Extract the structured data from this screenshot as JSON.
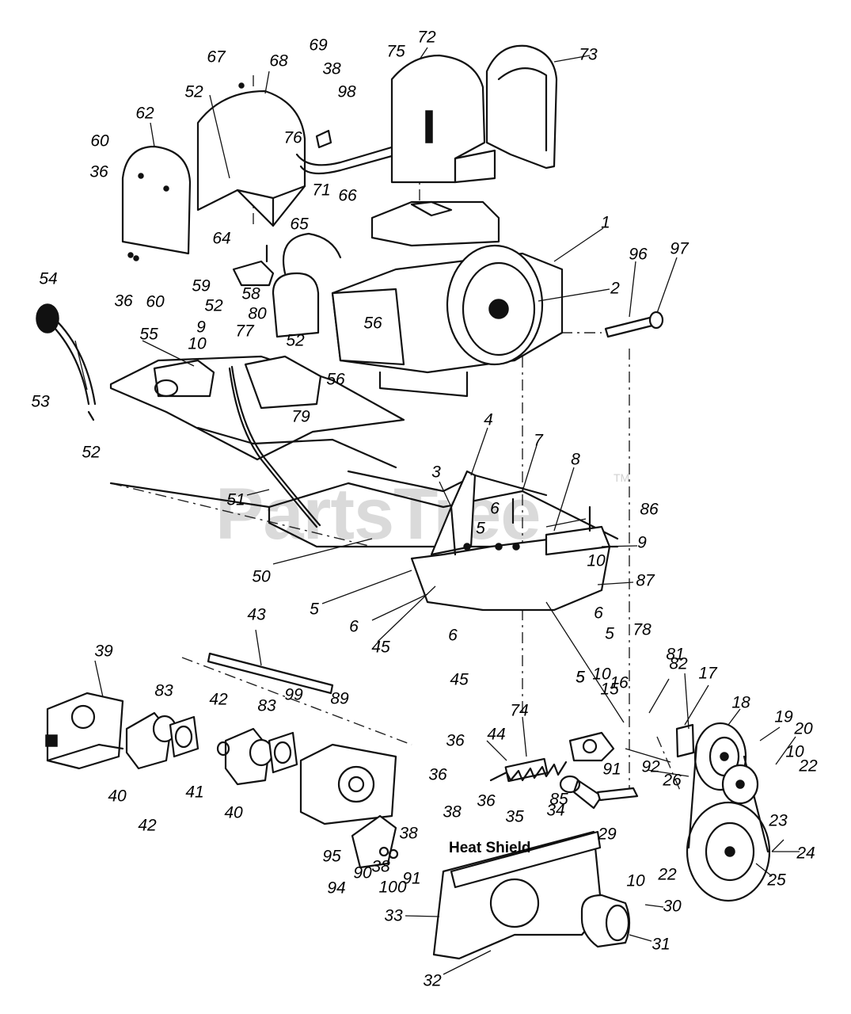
{
  "watermark": {
    "text": "PartsTree",
    "tm": "TM"
  },
  "caption": {
    "heat_shield": "Heat Shield"
  },
  "callouts": [
    "1",
    "2",
    "3",
    "4",
    "5",
    "5",
    "5",
    "5",
    "5",
    "6",
    "6",
    "6",
    "6",
    "7",
    "8",
    "9",
    "9",
    "10",
    "10",
    "10",
    "10",
    "10",
    "15",
    "16",
    "17",
    "18",
    "19",
    "20",
    "22",
    "22",
    "23",
    "24",
    "25",
    "26",
    "29",
    "30",
    "31",
    "32",
    "33",
    "34",
    "35",
    "36",
    "36",
    "36",
    "36",
    "36",
    "38",
    "38",
    "38",
    "38",
    "39",
    "40",
    "40",
    "41",
    "42",
    "42",
    "43",
    "44",
    "45",
    "45",
    "50",
    "51",
    "52",
    "52",
    "52",
    "52",
    "53",
    "54",
    "55",
    "56",
    "56",
    "58",
    "59",
    "60",
    "60",
    "62",
    "64",
    "65",
    "66",
    "67",
    "68",
    "69",
    "71",
    "72",
    "73",
    "74",
    "75",
    "76",
    "77",
    "78",
    "79",
    "80",
    "81",
    "82",
    "83",
    "83",
    "85",
    "86",
    "87",
    "89",
    "90",
    "91",
    "91",
    "92",
    "94",
    "95",
    "96",
    "97",
    "98",
    "99",
    "100"
  ]
}
